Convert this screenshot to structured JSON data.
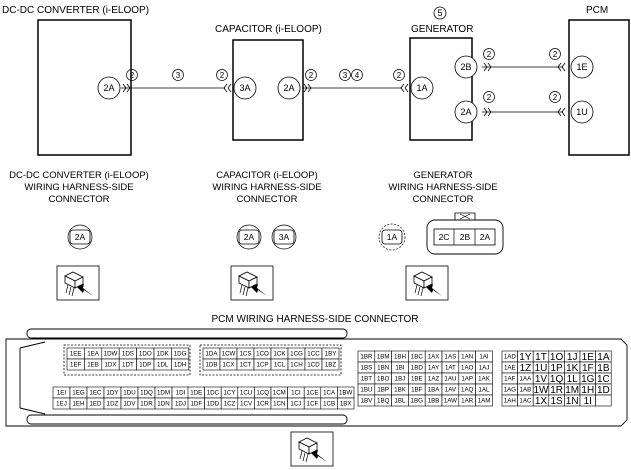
{
  "top_labels": {
    "dcdc": "DC-DC CONVERTER (i-ELOOP)",
    "capacitor": "CAPACITOR (i-ELOOP)",
    "generator": "GENERATOR",
    "generator_num": "5",
    "pcm": "PCM"
  },
  "terminals": {
    "dcdc_2a": "2A",
    "cap_3a": "3A",
    "cap_2a": "2A",
    "gen_1a": "1A",
    "gen_2b": "2B",
    "gen_2a": "2A",
    "pcm_1e": "1E",
    "pcm_1u": "1U"
  },
  "wire_tags": {
    "w1_circle": "2",
    "w1_num": "3",
    "w1_circle2": "2",
    "w2_circle": "2",
    "w2_num_a": "3",
    "w2_num_b": "4",
    "w2_circle2": "2",
    "w3_circle": "2",
    "w3_circle2": "2",
    "w4_circle": "2",
    "w4_circle2": "2"
  },
  "harness_labels": {
    "dcdc": [
      "DC-DC CONVERTER (i-ELOOP)",
      "WIRING HARNESS-SIDE",
      "CONNECTOR"
    ],
    "capacitor": [
      "CAPACITOR (i-ELOOP)",
      "WIRING HARNESS-SIDE",
      "CONNECTOR"
    ],
    "generator": [
      "GENERATOR",
      "WIRING HARNESS-SIDE",
      "CONNECTOR"
    ]
  },
  "connector_faces": {
    "dcdc": "2A",
    "cap_a": "2A",
    "cap_b": "3A",
    "gen_1a": "1A",
    "gen_plug": [
      "2C",
      "2B",
      "2A"
    ]
  },
  "pcm_title": "PCM WIRING HARNESS-SIDE CONNECTOR",
  "pcm_blocks": {
    "b1_top": [
      [
        "1EE",
        "1EA",
        "1DW",
        "1DS",
        "1DO",
        "1DK",
        "1DG"
      ],
      [
        "1EF",
        "1EB",
        "1DX",
        "1DT",
        "1DP",
        "1DL",
        "1DH"
      ]
    ],
    "b1_bottom": [
      [
        "1EI",
        "1EG",
        "1EC",
        "1DY",
        "1DU",
        "1DQ",
        "1DM",
        "1DI"
      ],
      [
        "1EJ",
        "1EH",
        "1ED",
        "1DZ",
        "1DV",
        "1DR",
        "1DN",
        "1DJ"
      ]
    ],
    "b2_top": [
      [
        "1DA",
        "1CW",
        "1CS",
        "1CO",
        "1CK",
        "1CG",
        "1CC",
        "1BY"
      ],
      [
        "1DB",
        "1CX",
        "1CT",
        "1CP",
        "1CL",
        "1CH",
        "1CD",
        "1BZ"
      ]
    ],
    "b2_bottom": [
      [
        "1DE",
        "1DC",
        "1CY",
        "1CU",
        "1CQ",
        "1CM",
        "1CI",
        "1CE",
        "1CA",
        "1BW"
      ],
      [
        "1DF",
        "1DD",
        "1CZ",
        "1CV",
        "1CR",
        "1CN",
        "1CJ",
        "1CF",
        "1CB",
        "1BX"
      ]
    ],
    "b3": [
      [
        "1BR",
        "1BM",
        "1BH",
        "1BC",
        "1AX",
        "1AS",
        "1AN",
        "1AI"
      ],
      [
        "1BS",
        "1BN",
        "1BI",
        "1BD",
        "1AY",
        "1AT",
        "1AO",
        "1AJ"
      ],
      [
        "1BT",
        "1BO",
        "1BJ",
        "1BE",
        "1AZ",
        "1AU",
        "1AP",
        "1AK"
      ],
      [
        "1BU",
        "1BP",
        "1BK",
        "1BF",
        "1BA",
        "1AV",
        "1AQ",
        "1AL"
      ],
      [
        "1BV",
        "1BQ",
        "1BL",
        "1BG",
        "1BB",
        "1AW",
        "1AR",
        "1AM"
      ]
    ],
    "b4": [
      [
        "1AD",
        "1Y",
        "1T",
        "1O",
        "1J",
        "1E",
        "1A"
      ],
      [
        "1AE",
        "1Z",
        "1U",
        "1P",
        "1K",
        "1F",
        "1B"
      ],
      [
        "1AF",
        "1AA",
        "1V",
        "1Q",
        "1L",
        "1G",
        "1C"
      ],
      [
        "1AG",
        "1AB",
        "1W",
        "1R",
        "1M",
        "1H",
        "1D"
      ],
      [
        "1AH",
        "1AC",
        "1X",
        "1S",
        "1N",
        "1I",
        ""
      ]
    ]
  }
}
